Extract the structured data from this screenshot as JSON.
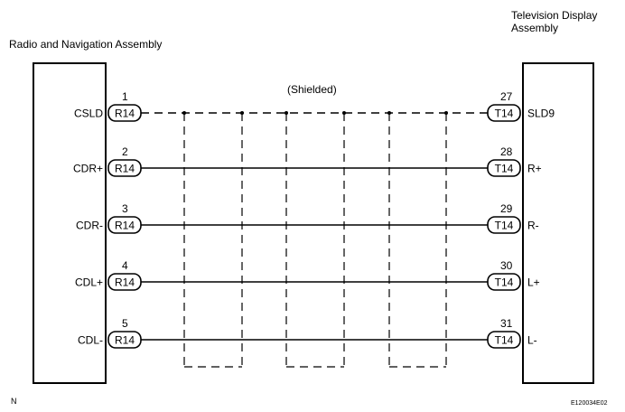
{
  "left_assembly": {
    "title": "Radio and Navigation Assembly"
  },
  "right_assembly": {
    "title_line1": "Television Display",
    "title_line2": "Assembly"
  },
  "shield_label": "(Shielded)",
  "left_connector": "R14",
  "right_connector": "T14",
  "wires": [
    {
      "left_pin": "1",
      "left_signal": "CSLD",
      "right_pin": "27",
      "right_signal": "SLD9",
      "shielded": true
    },
    {
      "left_pin": "2",
      "left_signal": "CDR+",
      "right_pin": "28",
      "right_signal": "R+",
      "shielded": false
    },
    {
      "left_pin": "3",
      "left_signal": "CDR-",
      "right_pin": "29",
      "right_signal": "R-",
      "shielded": false
    },
    {
      "left_pin": "4",
      "left_signal": "CDL+",
      "right_pin": "30",
      "right_signal": "L+",
      "shielded": false
    },
    {
      "left_pin": "5",
      "left_signal": "CDL-",
      "right_pin": "31",
      "right_signal": "L-",
      "shielded": false
    }
  ],
  "footer": {
    "left_code": "N",
    "right_code": "E120034E02"
  }
}
